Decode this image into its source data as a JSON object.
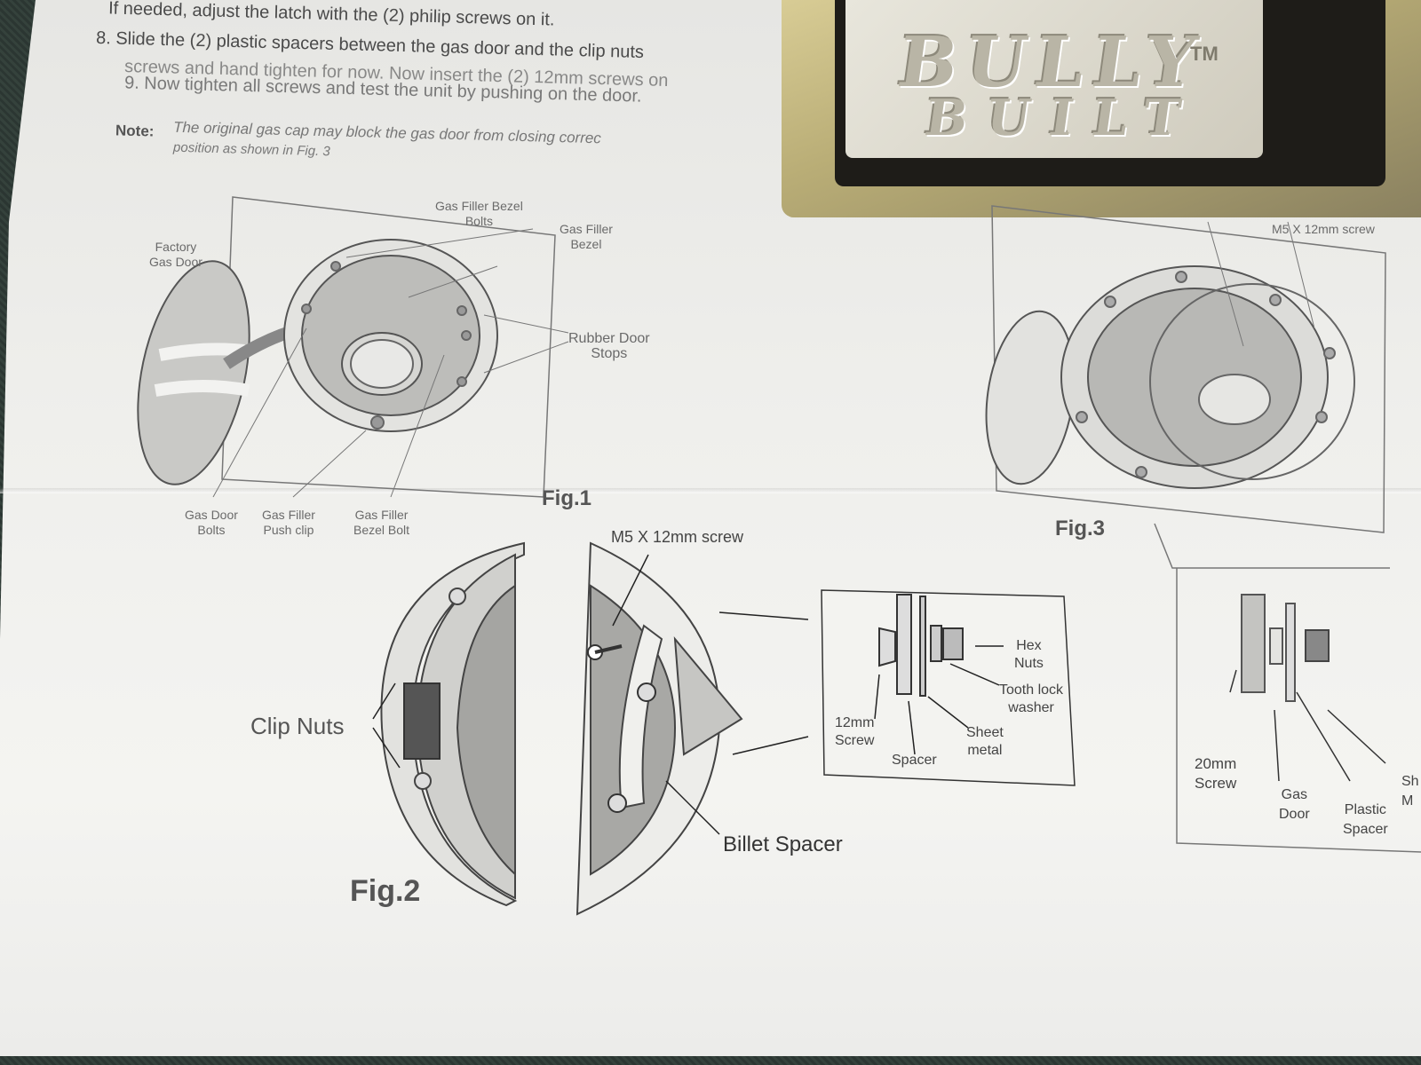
{
  "instructions": {
    "line1": "If needed, adjust the latch with the (2) philip screws on it.",
    "line2": "8. Slide the (2) plastic spacers between the gas door and the clip nuts",
    "line3": "screws and hand tighten for now. Now insert the (2) 12mm screws on",
    "line4": "9. Now tighten all screws and test the unit by pushing on the door.",
    "note_label": "Note:",
    "note_text": "The original gas cap may block the gas door from closing correc",
    "note_text2": "position as shown in Fig. 3"
  },
  "plate": {
    "brand_top": "BULLY",
    "brand_bottom": "BUILT",
    "tm": "TM"
  },
  "fig1": {
    "title": "Fig.1",
    "labels": {
      "factory_gas_door": "Factory\nGas Door",
      "bezel_bolts": "Gas Filler Bezel\nBolts",
      "filler_bezel": "Gas Filler\nBezel",
      "rubber_stops": "Rubber Door\nStops",
      "gas_door_bolts": "Gas Door\nBolts",
      "push_clip": "Gas Filler\nPush clip",
      "bezel_bolt": "Gas Filler\nBezel Bolt"
    }
  },
  "fig2": {
    "title": "Fig.2",
    "labels": {
      "m5_screw": "M5 X 12mm screw",
      "clip_nuts": "Clip Nuts",
      "billet_spacer": "Billet Spacer",
      "hex_nuts": "Hex\nNuts",
      "tooth_lock": "Tooth lock\nwasher",
      "sheet_metal": "Sheet\nmetal",
      "screw_12mm": "12mm\nScrew",
      "spacer": "Spacer"
    }
  },
  "fig3": {
    "title": "Fig.3",
    "labels": {
      "m5_screw": "M5 X 12mm screw",
      "screw_20mm": "20mm\nScrew",
      "gas_door": "Gas\nDoor",
      "plastic_spacer": "Plastic\nSpacer",
      "sh": "Sh\nM"
    }
  }
}
